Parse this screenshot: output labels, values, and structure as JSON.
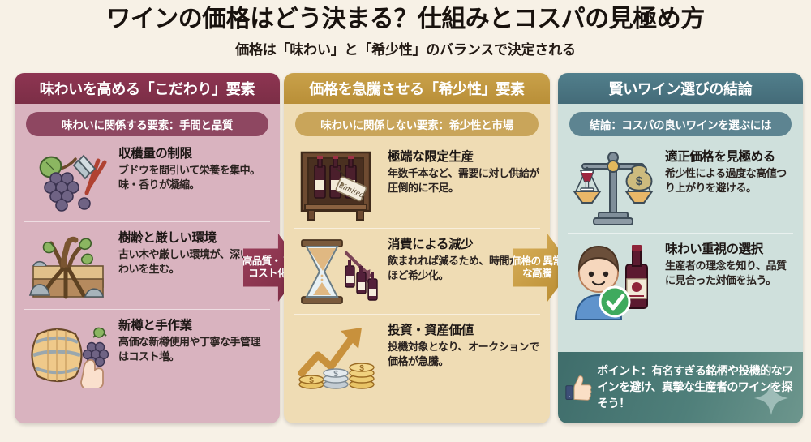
{
  "header": {
    "title": "ワインの価格はどう決まる？仕組みとコスパの見極め方",
    "subtitle": "価格は「味わい」と「希少性」のバランスで決定される"
  },
  "columns": [
    {
      "id": "quality-factors",
      "head": "味わいを高める「こだわり」要素",
      "pill": "味わいに関係する要素：手間と品質",
      "accent": "#7b2e46",
      "body_color": "#d9b3bf",
      "items": [
        {
          "icon": "grapes-shears-icon",
          "title": "収穫量の制限",
          "desc": "ブドウを間引いて栄養を集中。\n味・香りが凝縮。"
        },
        {
          "icon": "old-vine-roots-icon",
          "title": "樹齢と厳しい環境",
          "desc": "古い木や厳しい環境が、深い味わいを生む。"
        },
        {
          "icon": "oak-barrel-hand-icon",
          "title": "新樽と手作業",
          "desc": "高価な新樽使用や丁寧な手管理はコスト増。"
        }
      ]
    },
    {
      "id": "scarcity-factors",
      "head": "価格を急騰させる「希少性」要素",
      "pill": "味わいに関係しない要素：希少性と市場",
      "accent": "#b98f38",
      "body_color": "#efdcb4",
      "items": [
        {
          "icon": "limited-bottles-shelf-icon",
          "title": "極端な限定生産",
          "desc": "年数千本など、需要に対し供給が圧倒的に不足。",
          "tag_label": "Limited"
        },
        {
          "icon": "hourglass-bottles-icon",
          "title": "消費による減少",
          "desc": "飲まれれば減るため、時間が経つほど希少化。"
        },
        {
          "icon": "growth-arrow-coins-icon",
          "title": "投資・資産価値",
          "desc": "投機対象となり、オークションで価格が急騰。"
        }
      ]
    },
    {
      "id": "conclusion",
      "head": "賢いワイン選びの結論",
      "pill": "結論：コスパの良いワインを選ぶには",
      "accent": "#446b78",
      "body_color": "#cfe0dc",
      "items": [
        {
          "icon": "balance-scale-wine-money-icon",
          "title": "適正価格を見極める",
          "desc": "希少性による過度な高値つり上がりを避ける。"
        },
        {
          "icon": "person-wine-check-icon",
          "title": "味わい重視の選択",
          "desc": "生産者の理念を知り、品質に見合った対価を払う。"
        }
      ],
      "point_banner": {
        "icon": "thumbs-up-icon",
        "text": "ポイント：有名すぎる銘柄や投機的なワインを避け、真摯な生産者のワインを探そう！",
        "bg": "#4f7f7a"
      }
    }
  ],
  "arrows": [
    {
      "id": "arrow-quality-to-scarcity",
      "label": "高品質・\n高コスト化",
      "color": "#7a2b43"
    },
    {
      "id": "arrow-scarcity-to-conclusion",
      "label": "価格の\n異常な高騰",
      "color": "#b78a2e"
    }
  ]
}
